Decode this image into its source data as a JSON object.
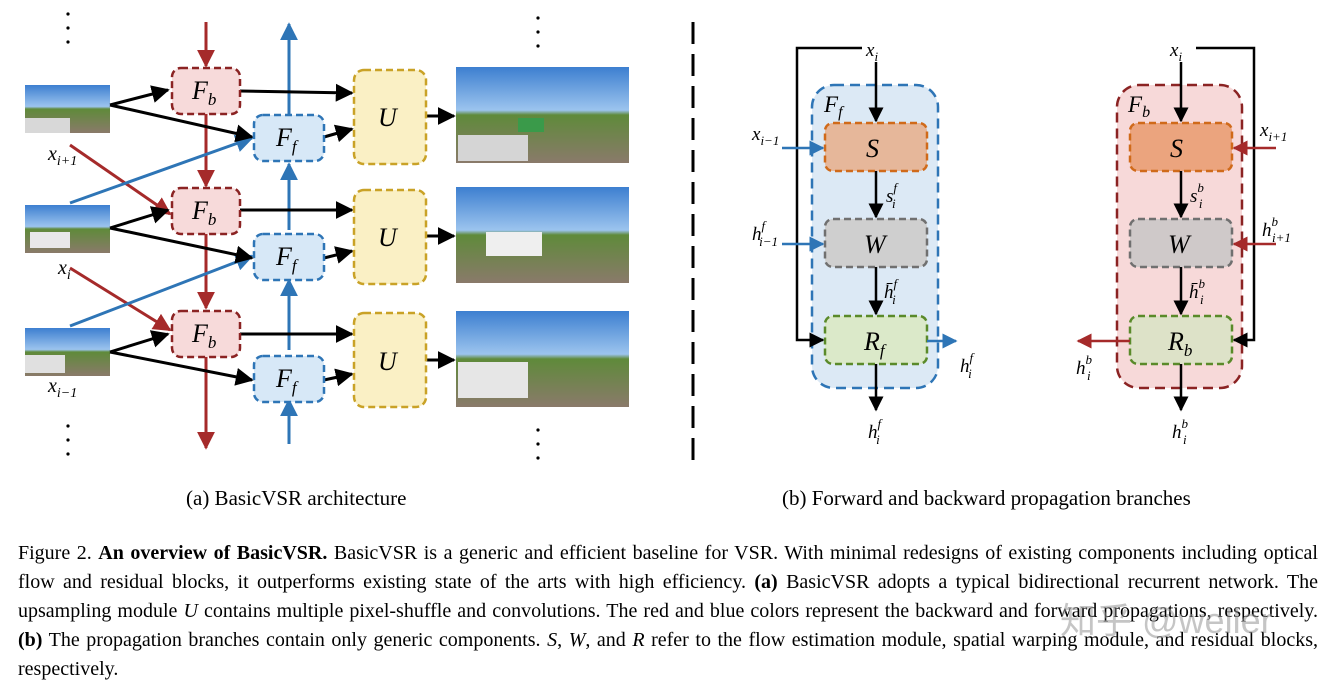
{
  "panel_a": {
    "caption": "(a)  BasicVSR architecture",
    "labels": {
      "next": "x",
      "next_sub": "i+1",
      "cur": "x",
      "cur_sub": "i",
      "prev": "x",
      "prev_sub": "i−1"
    },
    "modules": {
      "backward": "F",
      "backward_sub": "b",
      "forward": "F",
      "forward_sub": "f",
      "upsample": "U"
    }
  },
  "panel_b": {
    "caption": "(b) Forward and backward propagation branches",
    "forward": {
      "box_label": "F",
      "box_sub": "f",
      "input_top": "x",
      "input_top_sub": "i",
      "input_left": "x",
      "input_left_sub": "i−1",
      "hidden_in": "h",
      "hidden_in_sup": "f",
      "hidden_in_sub": "i−1",
      "flow_out": "s",
      "flow_out_sup": "f",
      "flow_out_sub": "i",
      "warp_out": "h̄",
      "warp_out_sup": "f",
      "warp_out_sub": "i",
      "out_right": "h",
      "out_right_sup": "f",
      "out_right_sub": "i",
      "out_bottom": "h",
      "out_bottom_sup": "f",
      "out_bottom_sub": "i",
      "S": "S",
      "W": "W",
      "R": "R",
      "R_sub": "f"
    },
    "backward": {
      "box_label": "F",
      "box_sub": "b",
      "input_top": "x",
      "input_top_sub": "i",
      "input_right": "x",
      "input_right_sub": "i+1",
      "hidden_in": "h",
      "hidden_in_sup": "b",
      "hidden_in_sub": "i+1",
      "flow_out": "s",
      "flow_out_sup": "b",
      "flow_out_sub": "i",
      "warp_out": "h̄",
      "warp_out_sup": "b",
      "warp_out_sub": "i",
      "out_left": "h",
      "out_left_sup": "b",
      "out_left_sub": "i",
      "out_bottom": "h",
      "out_bottom_sup": "b",
      "out_bottom_sub": "i",
      "S": "S",
      "W": "W",
      "R": "R",
      "R_sub": "b"
    }
  },
  "caption": {
    "lead": "Figure 2. ",
    "bold": "An overview of BasicVSR.",
    "t1": " BasicVSR is a generic and efficient baseline for VSR. With minimal redesigns of existing components including optical flow and residual blocks, it outperforms existing state of the arts with high efficiency. ",
    "a_tag": "(a)",
    "t2": " BasicVSR adopts a typical bidirectional recurrent network. The upsampling module ",
    "U": "U",
    "t3": " contains multiple pixel-shuffle and convolutions. The red and blue colors represent the backward and forward propagations, respectively. ",
    "b_tag": "(b)",
    "t4": " The propagation branches contain only generic components. ",
    "S": "S",
    "c1": ", ",
    "W": "W",
    "c2": ",",
    "t5": " and ",
    "R": "R",
    "t6": " refer to the flow estimation module, spatial warping module, and residual blocks, respectively."
  },
  "watermark": "知乎 @weller",
  "colors": {
    "red": "#a52a2a",
    "blue": "#2e75b6",
    "yellow": "#c9a227",
    "green": "#5a8a2a",
    "orange": "#d06a1a",
    "gray": "#707070"
  }
}
